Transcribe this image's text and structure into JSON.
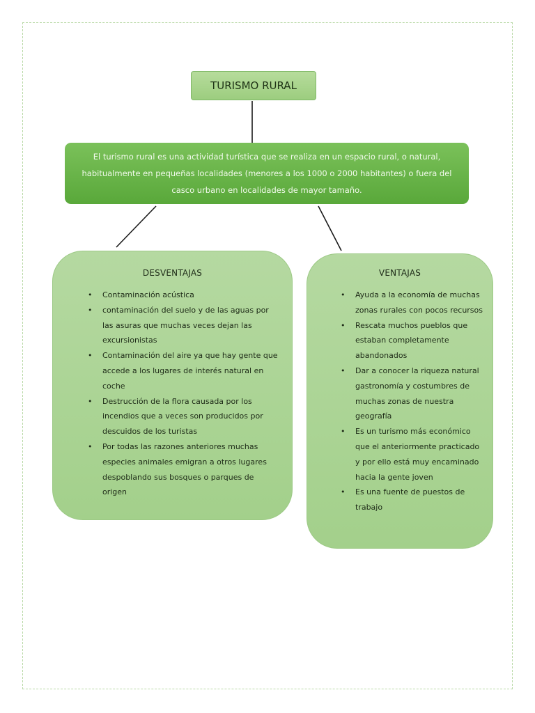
{
  "title": "TURISMO RURAL",
  "definition": "El turismo rural es una actividad turística que se realiza en un espacio rural, o natural, habitualmente en pequeñas localidades (menores a los 1000 o 2000 habitantes) o fuera del casco urbano en localidades de mayor tamaño.",
  "disadvantages": {
    "heading": "DESVENTAJAS",
    "items": [
      "Contaminación acústica",
      "contaminación del suelo y de las aguas por las asuras que muchas veces dejan las excursionistas",
      "Contaminación del aire ya que hay gente que accede a los lugares de interés natural en coche",
      "Destrucción de la flora causada por los incendios que a veces son producidos por descuidos de los turistas",
      "Por todas las razones anteriores muchas especies animales emigran a otros lugares despoblando sus bosques o parques de origen"
    ]
  },
  "advantages": {
    "heading": "VENTAJAS",
    "items": [
      "Ayuda a la economía de muchas zonas rurales con pocos recursos",
      "Rescata muchos pueblos que estaban completamente abandonados",
      "Dar a conocer la riqueza natural gastronomía y costumbres de muchas zonas de nuestra geografía",
      "Es un turismo más económico que el anteriormente practicado y por ello está muy encaminado hacia la gente joven",
      "Es una fuente de puestos de trabajo"
    ]
  },
  "colors": {
    "definition_box": "#6bb54a",
    "panels": "#acd595",
    "connector": "#1a1a1a"
  }
}
